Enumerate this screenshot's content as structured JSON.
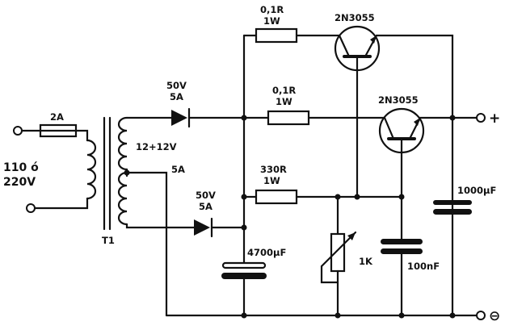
{
  "fuse": {
    "rating": "2A"
  },
  "mains": {
    "line1": "110 ó",
    "line2": "220V"
  },
  "transformer": {
    "name": "T1",
    "secondary": "12+12V",
    "tap": "5A"
  },
  "diode_top": {
    "v": "50V",
    "a": "5A"
  },
  "diode_bottom": {
    "v": "50V",
    "a": "5A"
  },
  "r_top": {
    "value": "0,1R",
    "power": "1W"
  },
  "r_mid": {
    "value": "0,1R",
    "power": "1W"
  },
  "r_low": {
    "value": "330R",
    "power": "1W"
  },
  "q1": {
    "name": "2N3055"
  },
  "q2": {
    "name": "2N3055"
  },
  "c_filter": {
    "value": "4700µF"
  },
  "pot": {
    "value": "1K"
  },
  "c_100n": {
    "value": "100nF"
  },
  "c_out": {
    "value": "1000µF"
  },
  "output": {
    "plus": "+",
    "minus": "⊖"
  }
}
